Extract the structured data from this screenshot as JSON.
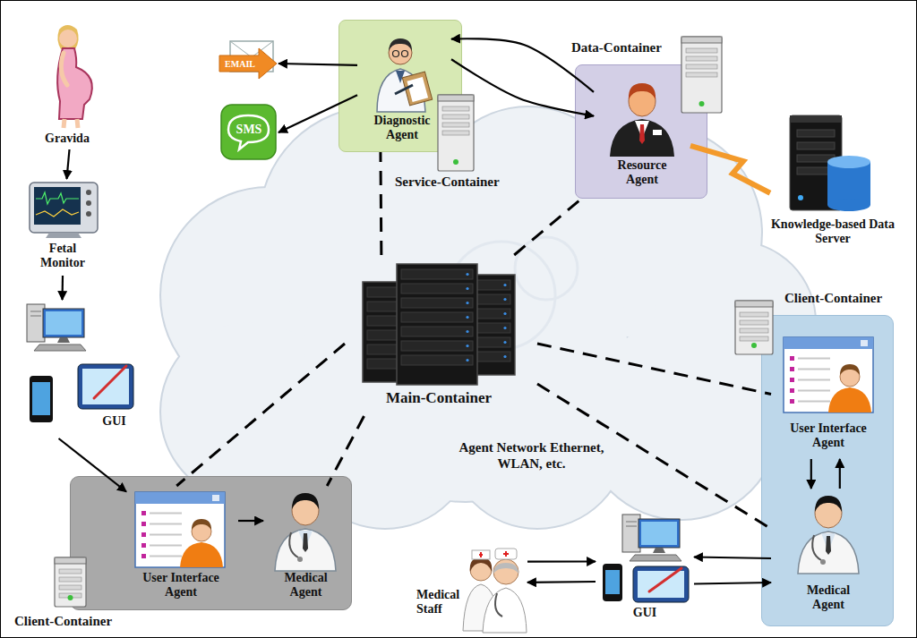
{
  "diagram": {
    "nodes": [
      {
        "text": [
          "Gravida"
        ]
      },
      {
        "text": [
          "EMAIL"
        ]
      },
      {
        "text": [
          "SMS"
        ]
      },
      {
        "text": [
          "Service-Container"
        ]
      },
      {
        "text": [
          "Diagnostic Agent"
        ],
        "in": 3
      },
      {
        "text": [
          "Data-Container"
        ]
      },
      {
        "text": [
          "Resource Agent"
        ],
        "in": 5
      },
      {
        "text": [
          "Knowledge-based Data Server"
        ]
      },
      {
        "text": [
          "Fetal Monitor"
        ]
      },
      {
        "text": [
          "Client-Container"
        ]
      },
      {
        "text": [
          "User Interface Agent"
        ],
        "in": 9
      },
      {
        "text": [
          "GUI"
        ]
      },
      {
        "text": [
          "Main-Container"
        ]
      },
      {
        "text": [
          "Medical Agent"
        ],
        "in": 9
      },
      {
        "text": [
          "Client-Container"
        ]
      },
      {
        "text": [
          "User Interface Agent"
        ],
        "in": 14
      },
      {
        "text": [
          "Medical Agent"
        ],
        "in": 14
      },
      {
        "text": [
          "Medical Staff"
        ]
      },
      {
        "text": [
          "GUI"
        ]
      }
    ],
    "edges": [
      {
        "from": 0,
        "to": 8,
        "arrow": "to"
      },
      {
        "from": 8,
        "to": 11,
        "arrow": "to"
      },
      {
        "from": 11,
        "to": 15,
        "arrow": "to"
      },
      {
        "from": 15,
        "to": 16,
        "arrow": "to"
      },
      {
        "from": 4,
        "to": 1,
        "arrow": "to"
      },
      {
        "from": 4,
        "to": 2,
        "arrow": "to"
      },
      {
        "from": 6,
        "to": 4,
        "arrow": "to"
      },
      {
        "from": 4,
        "to": 6,
        "arrow": "to"
      },
      {
        "from": 6,
        "to": 7,
        "arrow": "none"
      },
      {
        "from": 12,
        "to": 3,
        "arrow": "none"
      },
      {
        "from": 12,
        "to": 5,
        "arrow": "none"
      },
      {
        "from": 12,
        "to": 15,
        "arrow": "none"
      },
      {
        "from": 12,
        "to": 16,
        "arrow": "none"
      },
      {
        "from": 12,
        "to": 10,
        "arrow": "none"
      },
      {
        "from": 12,
        "to": 13,
        "arrow": "none"
      },
      {
        "from": 10,
        "to": 13,
        "arrow": "to"
      },
      {
        "from": 13,
        "to": 10,
        "arrow": "to"
      },
      {
        "from": 17,
        "to": 18,
        "arrow": "to"
      },
      {
        "from": 18,
        "to": 17,
        "arrow": "to"
      },
      {
        "from": 18,
        "to": 13,
        "arrow": "to"
      },
      {
        "from": 13,
        "to": 18,
        "arrow": "to"
      }
    ],
    "labels": [
      "Agent Network Ethernet, WLAN, etc."
    ]
  }
}
